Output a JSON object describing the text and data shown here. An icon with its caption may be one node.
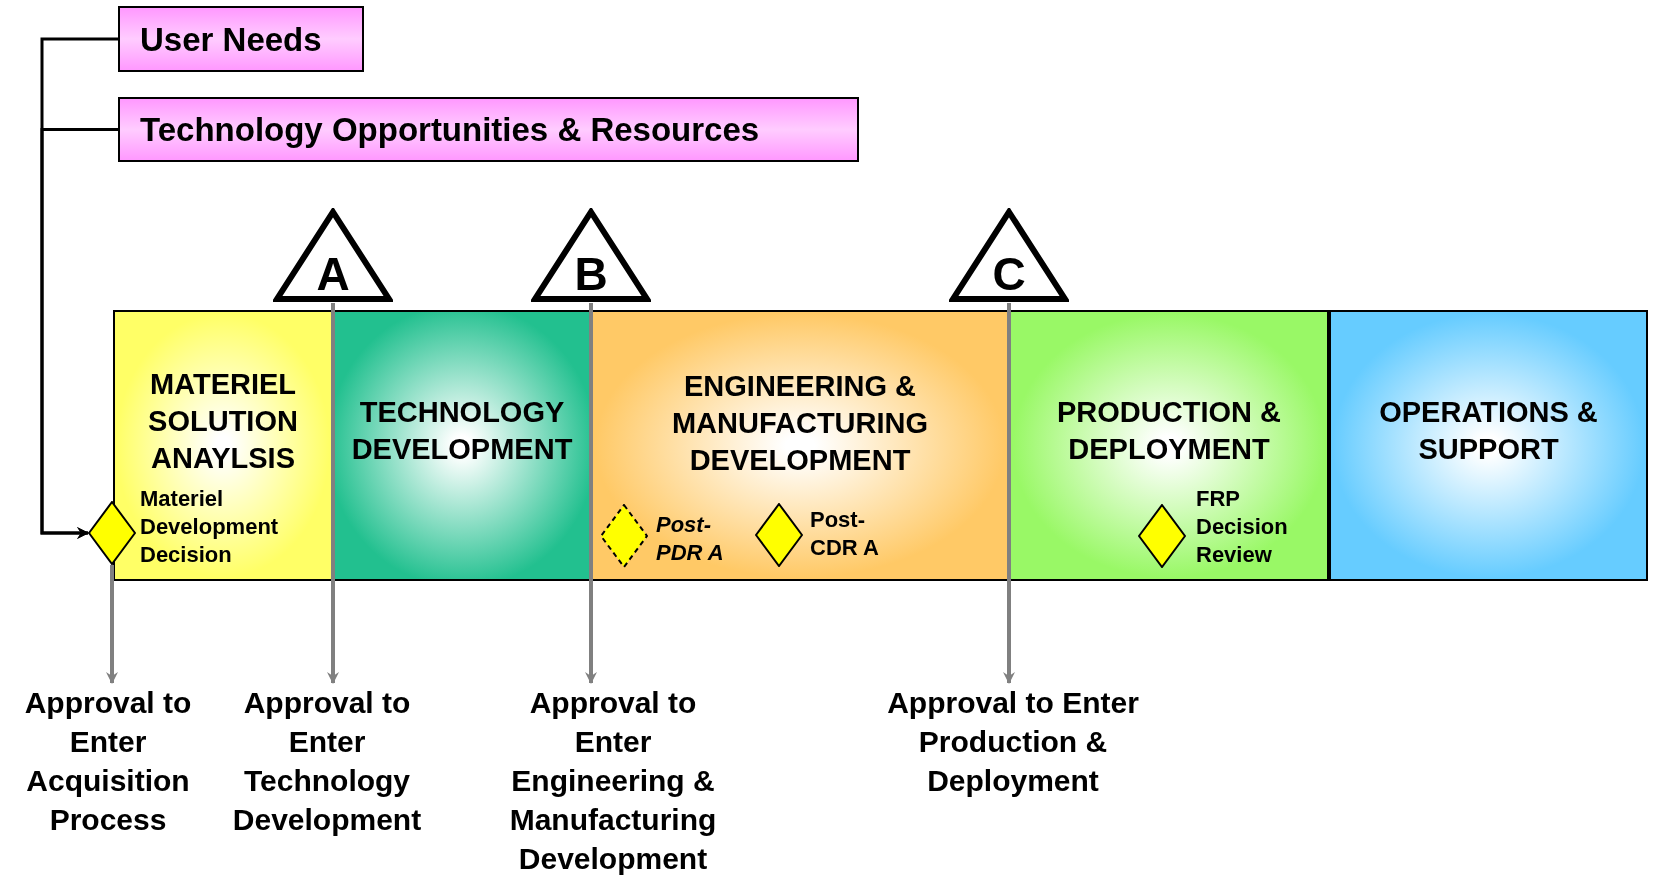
{
  "diagram": {
    "nodes": [
      {
        "text": [
          "User Needs"
        ]
      },
      {
        "text": [
          "Technology Opportunities & Resources"
        ]
      },
      {
        "text": [
          "A"
        ]
      },
      {
        "text": [
          "B"
        ]
      },
      {
        "text": [
          "C"
        ]
      },
      {
        "text": [
          "MATERIEL SOLUTION ANAYLSIS"
        ]
      },
      {
        "text": [
          "TECHNOLOGY DEVELOPMENT"
        ]
      },
      {
        "text": [
          "ENGINEERING & MANUFACTURING DEVELOPMENT"
        ]
      },
      {
        "text": [
          "PRODUCTION & DEPLOYMENT"
        ]
      },
      {
        "text": [
          "OPERATIONS & SUPPORT"
        ]
      },
      {
        "text": [],
        "shape": "diamond",
        "beside": [
          "Materiel Development Decision"
        ]
      },
      {
        "text": [],
        "shape": "diamond",
        "beside": [
          "Post- PDR A"
        ],
        "in": 7
      },
      {
        "text": [],
        "shape": "diamond",
        "beside": [
          "Post- CDR A"
        ],
        "in": 7
      },
      {
        "text": [],
        "shape": "diamond",
        "beside": [
          "FRP Decision Review"
        ],
        "in": 8
      },
      {
        "text": [
          "Approval to Enter Acquisition Process"
        ]
      },
      {
        "text": [
          "Approval to Enter Technology Development"
        ]
      },
      {
        "text": [
          "Approval to Enter Engineering & Manufacturing Development"
        ]
      },
      {
        "text": [
          "Approval to Enter Production & Deployment"
        ]
      }
    ],
    "edges": [
      {
        "from": 0,
        "to": 10,
        "arrow": "to",
        "color": "#000000"
      },
      {
        "from": 1,
        "to": 10,
        "arrow": "to",
        "color": "#000000"
      },
      {
        "from": 10,
        "to": 14,
        "arrow": "to"
      },
      {
        "from": 2,
        "to": 15,
        "arrow": "to"
      },
      {
        "from": 3,
        "to": 16,
        "arrow": "to"
      },
      {
        "from": 4,
        "to": 17,
        "arrow": "to"
      }
    ]
  }
}
